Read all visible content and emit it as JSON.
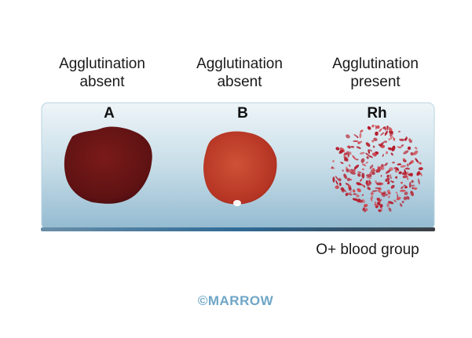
{
  "labels": [
    {
      "line1": "Agglutination",
      "line2": "absent"
    },
    {
      "line1": "Agglutination",
      "line2": "absent"
    },
    {
      "line1": "Agglutination",
      "line2": "present"
    }
  ],
  "wells": [
    "A",
    "B",
    "Rh"
  ],
  "caption": "O+ blood group",
  "logo": "©MARROW",
  "colors": {
    "slide_top": "#eaf2f6",
    "slide_bottom": "#9fc2d4",
    "edge": "#3a6f93",
    "blood_dark": "#6e1416",
    "blood_light": "#c03d2c",
    "clumps": "#b51b2a"
  }
}
